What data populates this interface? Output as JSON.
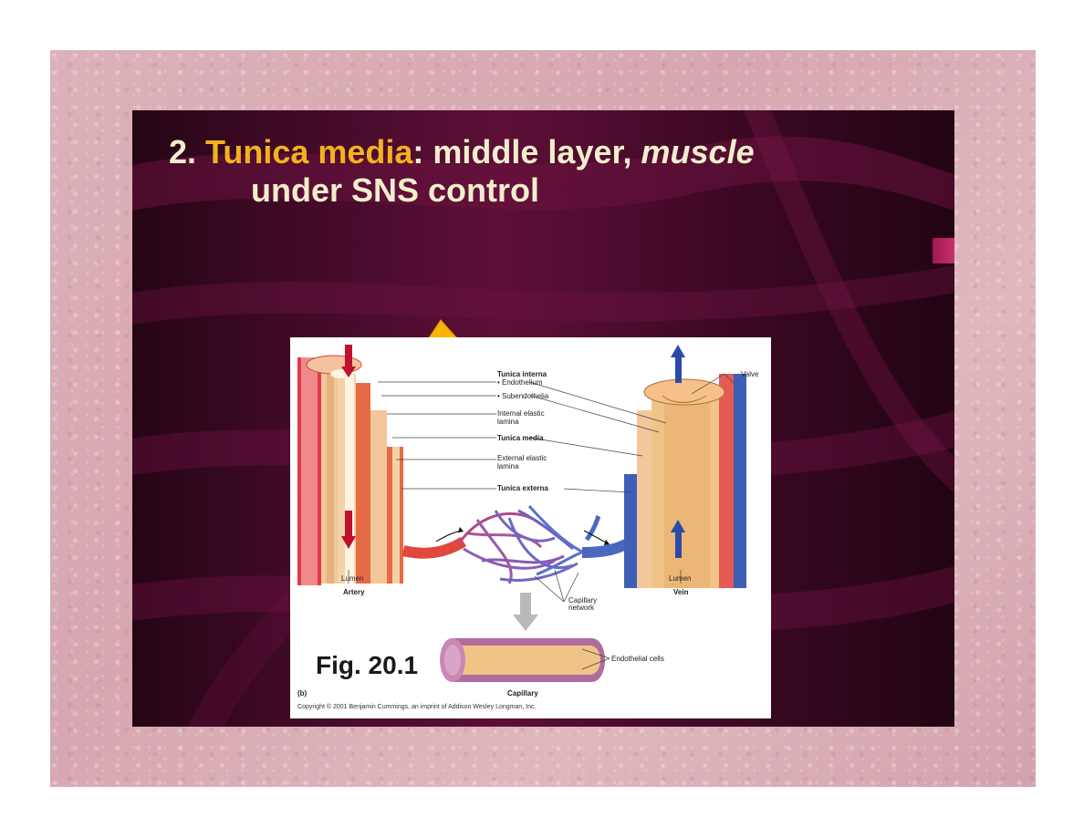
{
  "slide": {
    "title_number": "2. ",
    "title_highlight": "Tunica media",
    "title_rest_a": ": middle layer, ",
    "title_italic": "muscle",
    "title_line2": "under SNS control"
  },
  "figure": {
    "caption": "Fig. 20.1",
    "panel_letter": "(b)",
    "copyright": "Copyright © 2001 Benjamin Cummings, an imprint of Addison Wesley Longman, Inc.",
    "labels": {
      "tunica_interna": "Tunica interna",
      "endothelium": "• Endothelium",
      "subendothelial": "• Subendothelia",
      "internal_elastic_1": "Internal elastic",
      "internal_elastic_2": "lamina",
      "tunica_media": "Tunica media",
      "external_elastic_1": "External elastic",
      "external_elastic_2": "lamina",
      "tunica_externa": "Tunica externa",
      "valve": "Valve",
      "lumen_left": "Lumen",
      "artery": "Artery",
      "lumen_right": "Lumen",
      "vein": "Vein",
      "capillary_network_1": "Capillary",
      "capillary_network_2": "network",
      "endothelial_cells": "Endothelial cells",
      "capillary": "Capillary"
    }
  },
  "colors": {
    "title_text": "#f2eecc",
    "title_highlight": "#f2b21f",
    "slide_bg": "#4a0b2c",
    "frame_bg": "#d9adb5",
    "arrow_yellow": "#f5b800"
  }
}
